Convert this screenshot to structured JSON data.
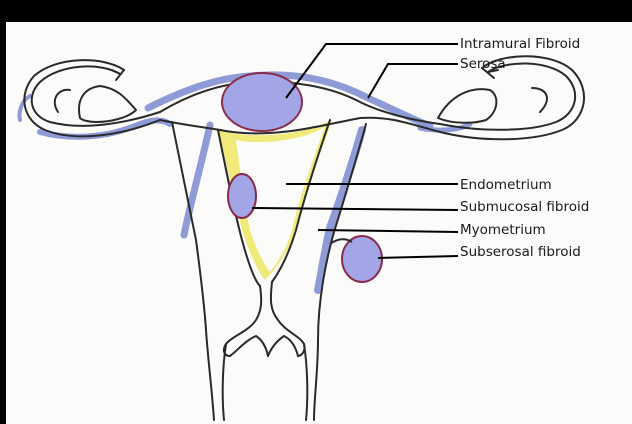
{
  "diagram": {
    "labels": {
      "intramural": "Intramural Fibroid",
      "serosa": "Serosa",
      "endometrium": "Endometrium",
      "submucosal": "Submucosal fibroid",
      "myometrium": "Myometrium",
      "subserosal": "Subserosal fibroid"
    },
    "colors": {
      "background": "#000000",
      "paper": "#fbfbfa",
      "outline": "#2a2a2a",
      "serosa_blue": "#8e9bd6",
      "fibroid_fill": "#a2a6e6",
      "fibroid_edge": "#8a2a4a",
      "endometrium_yellow": "#f0ea7a"
    }
  }
}
